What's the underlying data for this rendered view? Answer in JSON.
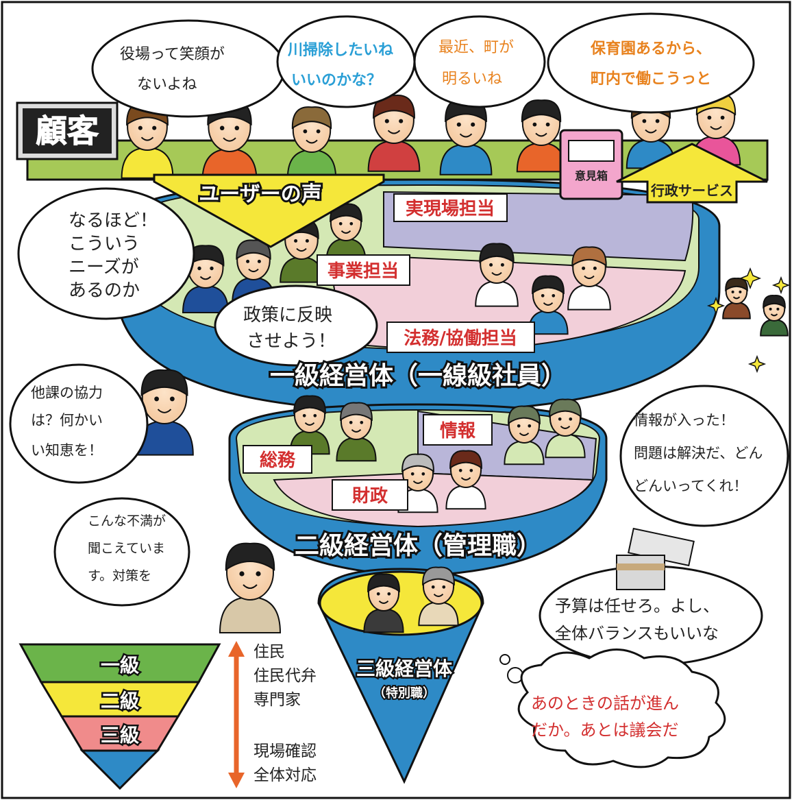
{
  "colors": {
    "green_band": "#a6c957",
    "blue_band": "#2e8ac6",
    "yellow": "#f5e73a",
    "pink": "#f2cfd9",
    "lavender": "#b9b6d9",
    "light_green": "#d4e8b4",
    "orange_arrow": "#e8652a",
    "red_text": "#d32f2f",
    "blue_text": "#2a9fd6",
    "orange_text": "#e8821e"
  },
  "customer": {
    "badge": "顧客",
    "speech": [
      {
        "lines": [
          "役場って笑顔が",
          "ないよね"
        ]
      },
      {
        "lines": [
          "川掃除したいね",
          "いいのかな？"
        ]
      },
      {
        "lines": [
          "最近、町が",
          "明るいね"
        ]
      },
      {
        "lines": [
          "保育園あるから、",
          "町内で働こうっと"
        ]
      }
    ],
    "opinion_box": "意見箱",
    "user_voice": "ユーザーの声",
    "admin_service": "行政サービス"
  },
  "tier1": {
    "band_label": "一級経営体（一線級社員）",
    "roles": [
      "実現場担当",
      "事業担当",
      "法務/協働担当"
    ],
    "speech_left": [
      "なるほど！",
      "こういう",
      "ニーズが",
      "あるのか"
    ],
    "speech_policy": [
      "政策に反映",
      "させよう！"
    ]
  },
  "tier2": {
    "band_label": "二級経営体（管理職）",
    "roles": [
      "総務",
      "情報",
      "財政"
    ],
    "speech_left": [
      "他課の協力",
      "は？何かい",
      "い知恵を！"
    ],
    "speech_right": [
      "情報が入った！",
      "問題は解決だ、どん",
      "どんいってくれ！"
    ],
    "speech_complaint": [
      "こんな不満が",
      "聞こえていま",
      "す。対策を"
    ]
  },
  "tier3": {
    "label": "三級経営体",
    "sub": "（特別職）",
    "speech_budget": [
      "予算は任せろ。よし、",
      "全体バランスもいいな"
    ],
    "thought": [
      "あのときの話が進ん",
      "だか。あとは議会だ"
    ]
  },
  "legend": {
    "levels": [
      "一級",
      "二級",
      "三級"
    ],
    "top_labels": [
      "住民",
      "住民代弁",
      "専門家"
    ],
    "bottom_labels": [
      "現場確認",
      "全体対応"
    ]
  }
}
